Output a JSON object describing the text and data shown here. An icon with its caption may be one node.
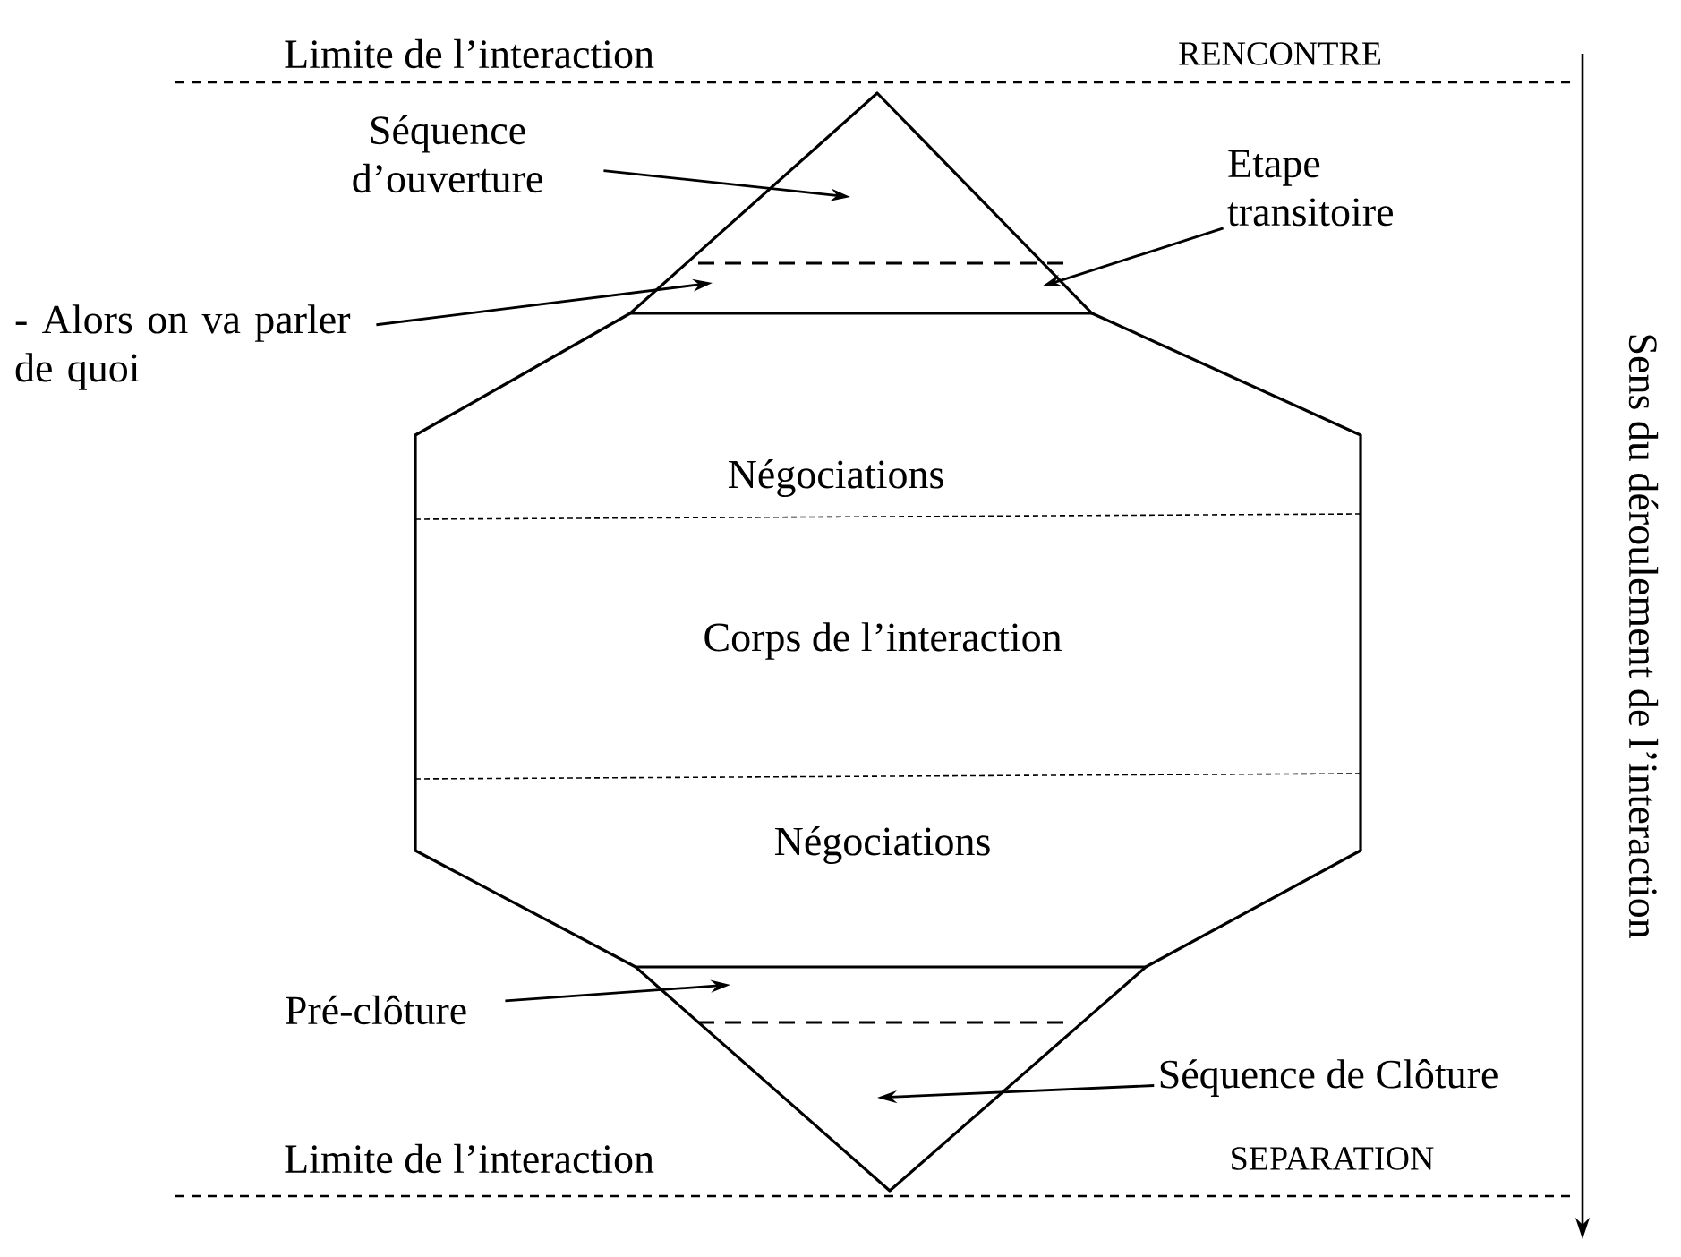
{
  "diagram": {
    "nodes": [
      {
        "text": [
          "Négociations",
          "Corps de l’interaction",
          "Négociations"
        ]
      },
      {
        "text": [
          "Séquence d’ouverture"
        ]
      },
      {
        "text": [
          "Etape transitoire"
        ]
      },
      {
        "text": [
          "- Alors on va parler de quoi"
        ]
      },
      {
        "text": [
          "Pré-clôture"
        ]
      },
      {
        "text": [
          "Séquence de Clôture"
        ]
      }
    ],
    "edges": [
      {
        "from": 1,
        "to": 0,
        "arrow": "to"
      },
      {
        "from": 2,
        "to": 0,
        "arrow": "to"
      },
      {
        "from": 3,
        "to": 0,
        "arrow": "to"
      },
      {
        "from": 4,
        "to": 0,
        "arrow": "to"
      },
      {
        "from": 5,
        "to": 0,
        "arrow": "to"
      }
    ],
    "labels": [
      "Limite de l’interaction",
      "RENCONTRE",
      "Sens du déroulement de l’interaction",
      "Limite de l’interaction",
      "SEPARATION"
    ]
  }
}
